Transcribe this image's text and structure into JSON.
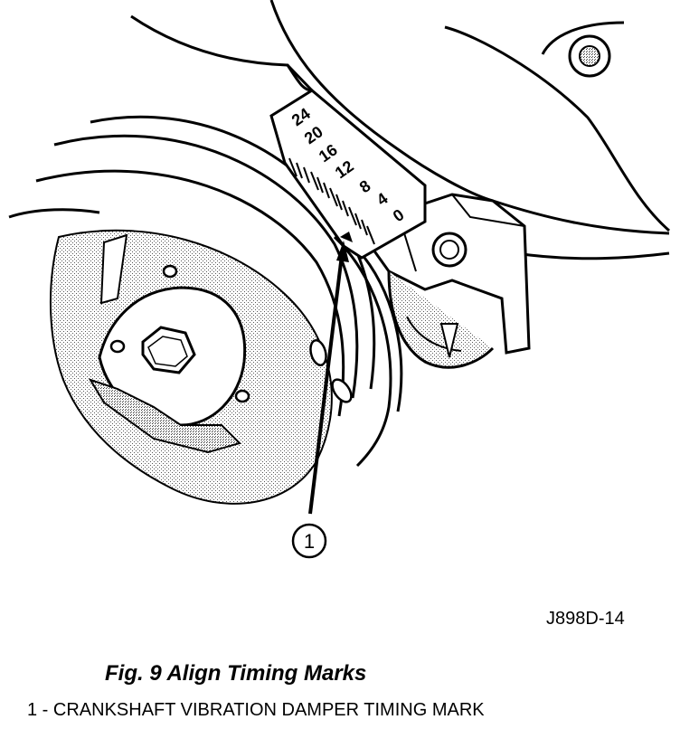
{
  "diagram": {
    "callout_number": "1",
    "scale_numbers": [
      "24",
      "20",
      "16",
      "12",
      "8",
      "4",
      "0"
    ],
    "drawing_code": "J898D-14",
    "caption": "Fig. 9 Align Timing Marks",
    "legend": [
      {
        "text": "1 - CRANKSHAFT VIBRATION DAMPER TIMING MARK"
      }
    ]
  }
}
